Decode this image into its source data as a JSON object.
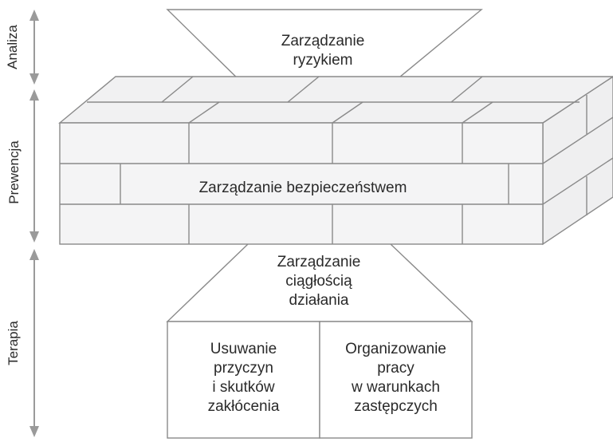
{
  "phases": {
    "analysis": "Analiza",
    "prevention": "Prewencja",
    "therapy": "Terapia"
  },
  "top_funnel": {
    "label": "Zarządzanie\nryzykiem"
  },
  "wall": {
    "label": "Zarządzanie bezpieczeństwem"
  },
  "bottom_funnel": {
    "label": "Zarządzanie\nciągłością\ndziałania"
  },
  "boxes": [
    {
      "label": "Usuwanie\nprzyczyn\ni skutków\nzakłócenia"
    },
    {
      "label": "Organizowanie\npracy\nw warunkach\nzastępczych"
    }
  ],
  "colors": {
    "brick_fill": "#f4f4f5",
    "line": "#8a8a8a",
    "arrow": "#9a9a9a"
  }
}
